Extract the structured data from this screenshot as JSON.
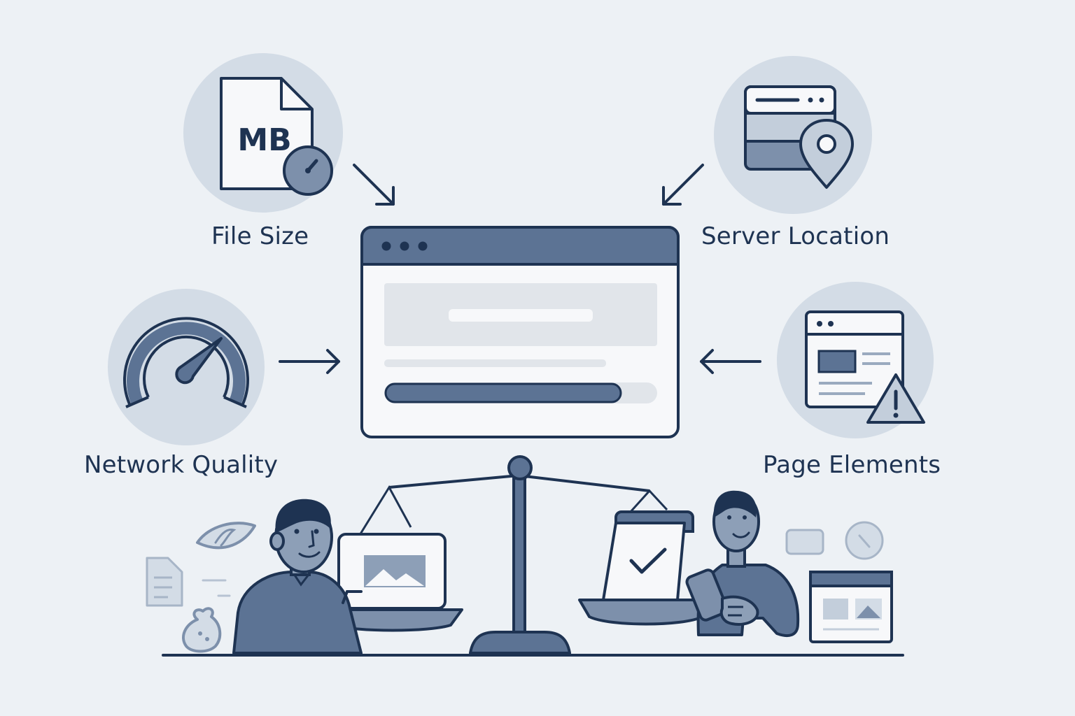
{
  "factors": {
    "file_size": {
      "label": "File Size",
      "badge": "MB",
      "icon": "file-mb-icon"
    },
    "server_location": {
      "label": "Server Location",
      "icon": "server-location-icon"
    },
    "network_quality": {
      "label": "Network Quality",
      "icon": "speedometer-icon"
    },
    "page_elements": {
      "label": "Page Elements",
      "icon": "page-warning-icon"
    }
  },
  "browser": {
    "loading_progress": 0.87
  },
  "colors": {
    "background": "#edf1f5",
    "circle": "#d3dce6",
    "stroke": "#1e3352",
    "fill_dark": "#5c7394",
    "fill_mid": "#7d90ab",
    "fill_light": "#c3cedb",
    "panel": "#f7f8fa"
  }
}
